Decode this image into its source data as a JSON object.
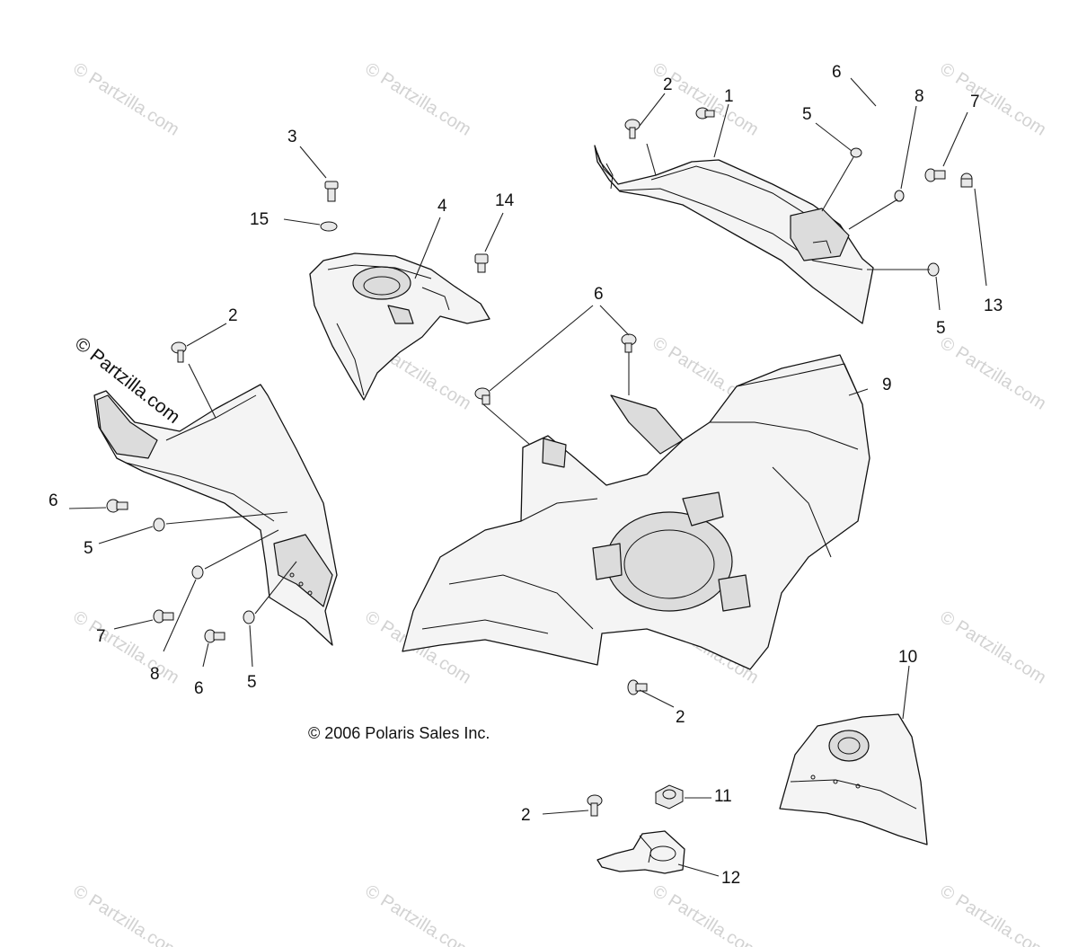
{
  "diagram": {
    "copyright": "© 2006 Polaris Sales Inc.",
    "watermark": "© Partzilla.com",
    "callouts": {
      "c1": "1",
      "c2a": "2",
      "c2b": "2",
      "c2c": "2",
      "c2d": "2",
      "c3": "3",
      "c4": "4",
      "c5a": "5",
      "c5b": "5",
      "c5c": "5",
      "c5d": "5",
      "c6a": "6",
      "c6b": "6",
      "c6c": "6",
      "c6d": "6",
      "c7a": "7",
      "c7b": "7",
      "c8a": "8",
      "c8b": "8",
      "c9": "9",
      "c10": "10",
      "c11": "11",
      "c12": "12",
      "c13": "13",
      "c14": "14",
      "c15": "15"
    }
  }
}
